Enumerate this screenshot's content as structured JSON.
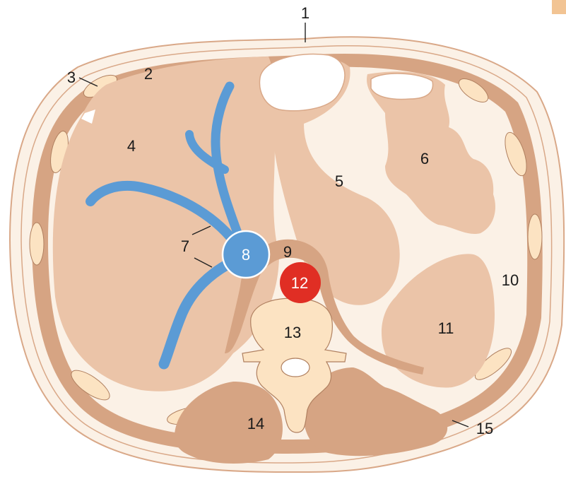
{
  "colors": {
    "skin": "#fbf1e6",
    "outline": "#d9a888",
    "muscle": "#d6a483",
    "organ": "#ebc4a8",
    "bone": "#fce3c2",
    "vein": "#5b9bd5",
    "artery": "#e02e24",
    "background": "#ffffff"
  },
  "labels": {
    "l1": "1",
    "l2": "2",
    "l3": "3",
    "l4": "4",
    "l5": "5",
    "l6": "6",
    "l7": "7",
    "l8": "8",
    "l9": "9",
    "l10": "10",
    "l11": "11",
    "l12": "12",
    "l13": "13",
    "l14": "14",
    "l15": "15"
  }
}
